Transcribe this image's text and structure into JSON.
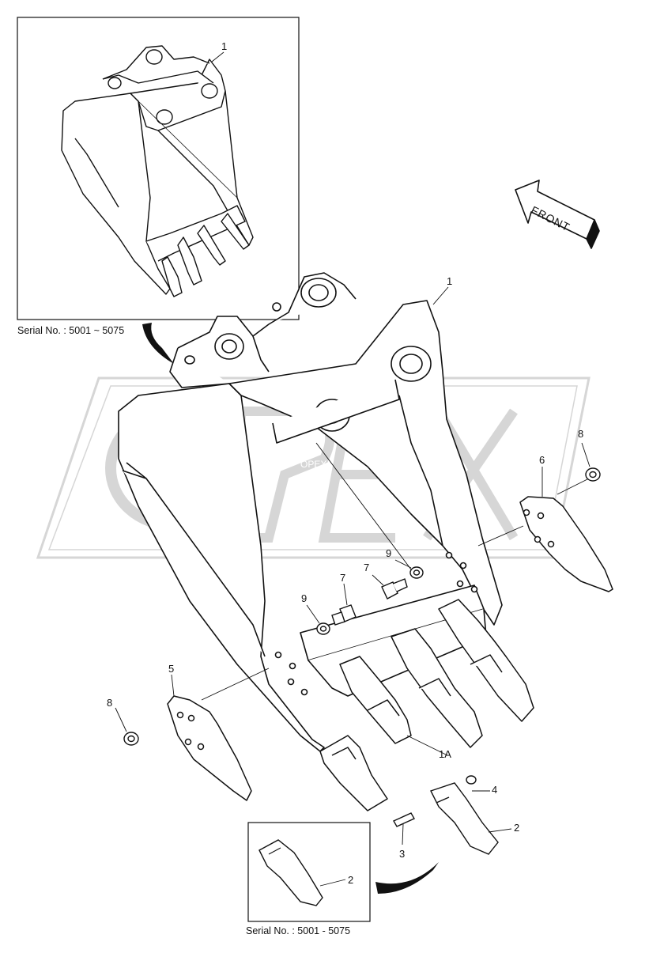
{
  "callouts": {
    "top_inset": "1",
    "main_bucket": "1",
    "tooth_adapter": "1A",
    "tooth_point": "2",
    "tooth_point_inset": "2",
    "pin": "3",
    "lock_washer": "4",
    "side_cutter_left": "5",
    "side_cutter_right": "6",
    "bolt_left": "7",
    "bolt_right": "7",
    "nut_left": "8",
    "nut_right": "8",
    "washer_left": "9",
    "washer_right": "9"
  },
  "arrow": {
    "label": "FRONT"
  },
  "serials": {
    "top": "Serial No. : 5001 ~ 5075",
    "bottom": "Serial No. : 5001 - 5075"
  },
  "watermark": {
    "text": "OPEX"
  },
  "colors": {
    "ink": "#111111",
    "watermark": "#d9d9d9",
    "paper": "#ffffff"
  }
}
